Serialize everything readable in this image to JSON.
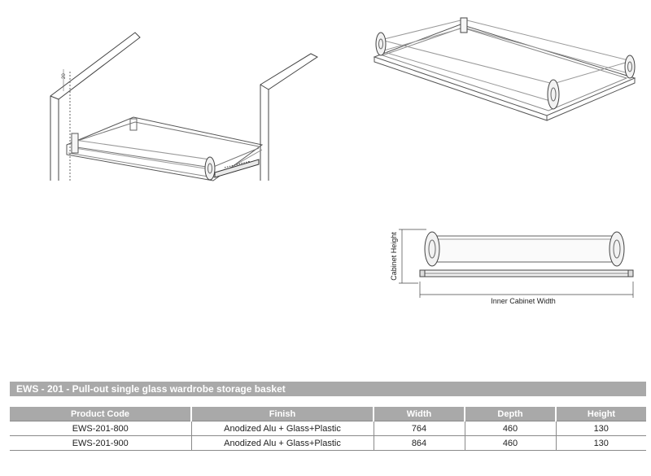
{
  "drawing_labels": {
    "gap_dim": "20",
    "cabinet_height": "Cabinet Height",
    "inner_cabinet_width": "Inner Cabinet Width"
  },
  "spec": {
    "title": "EWS - 201 - Pull-out single glass wardrobe storage basket",
    "columns": [
      "Product Code",
      "Finish",
      "Width",
      "Depth",
      "Height"
    ],
    "rows": [
      [
        "EWS-201-800",
        "Anodized Alu + Glass+Plastic",
        "764",
        "460",
        "130"
      ],
      [
        "EWS-201-900",
        "Anodized Alu + Glass+Plastic",
        "864",
        "460",
        "130"
      ]
    ]
  }
}
